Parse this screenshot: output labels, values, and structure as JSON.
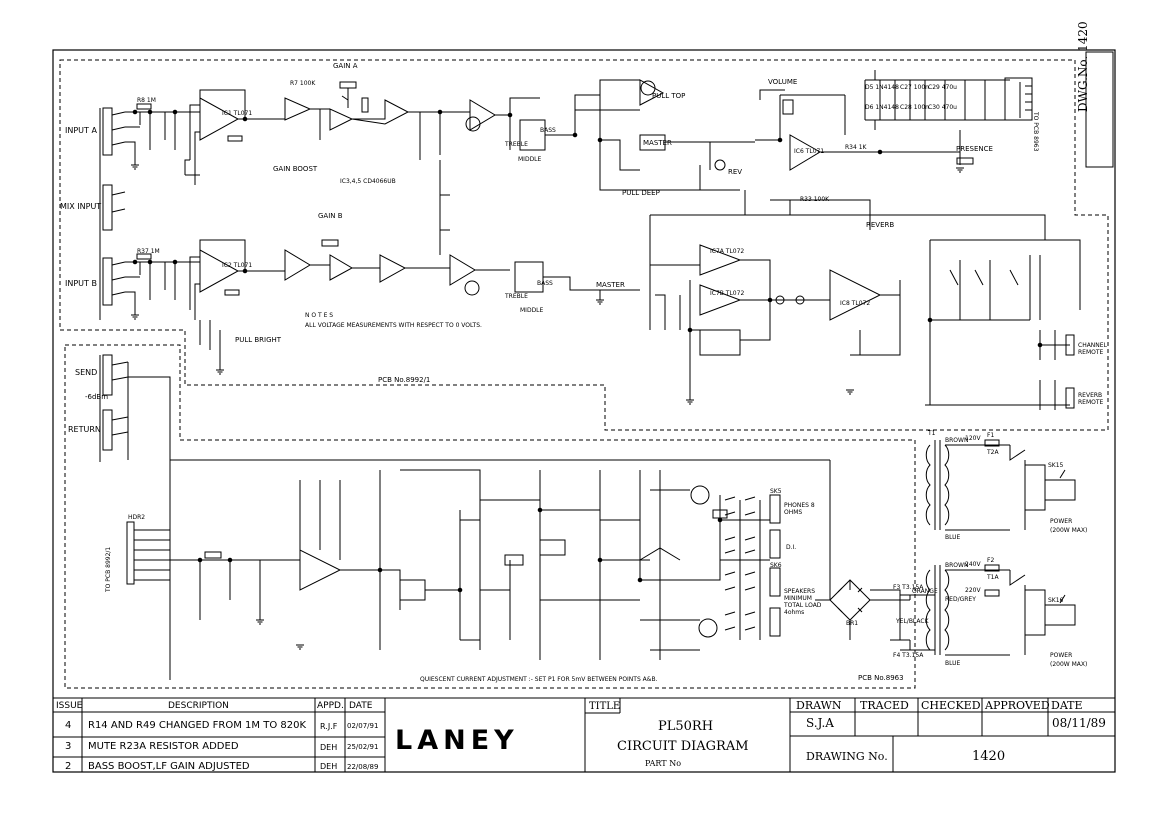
{
  "drawing": {
    "title_label": "TITLE",
    "title_model": "PL50RH",
    "title_desc": "CIRCUIT DIAGRAM",
    "title_part": "PART No",
    "brand": "LANEY",
    "headers": {
      "drawn": "DRAWN",
      "traced": "TRACED",
      "checked": "CHECKED",
      "approved": "APPROVED",
      "date": "DATE"
    },
    "drawn_by": "S.J.A",
    "date": "08/11/89",
    "drawing_no_label": "DRAWING No.",
    "drawing_no": "1420",
    "dwg_vertical": "DWG.No. 1420"
  },
  "revisions": {
    "headers": {
      "issue": "ISSUE",
      "description": "DESCRIPTION",
      "appd": "APPD.",
      "date": "DATE"
    },
    "rows": [
      {
        "issue": "4",
        "description": "R14 AND R49 CHANGED FROM 1M TO 820K",
        "appd": "R.J.F",
        "date": "02/07/91"
      },
      {
        "issue": "3",
        "description": "MUTE   R23A RESISTOR ADDED",
        "appd": "DEH",
        "date": "25/02/91"
      },
      {
        "issue": "2",
        "description": "BASS BOOST,LF GAIN ADJUSTED",
        "appd": "DEH",
        "date": "22/08/89"
      }
    ]
  },
  "schematic": {
    "inputs": {
      "input_a": "INPUT A",
      "mix_input": "MIX INPUT",
      "input_b": "INPUT B",
      "send": "SEND",
      "send_level": "-6dBm",
      "return": "RETURN"
    },
    "controls": {
      "gain_a": "GAIN A",
      "gain_b": "GAIN B",
      "gain_boost": "GAIN BOOST",
      "pull_bright": "PULL BRIGHT",
      "pull_top": "PULL TOP",
      "pull_deep": "PULL DEEP",
      "volume": "VOLUME",
      "presence": "PRESENCE",
      "reverb": "REVERB",
      "rev": "REV",
      "master_a": "MASTER",
      "master_b": "MASTER",
      "treble_a": "TREBLE",
      "treble_b": "TREBLE",
      "bass_a": "BASS",
      "bass_b": "BASS",
      "middle_a": "MIDDLE",
      "middle_b": "MIDDLE"
    },
    "notes_title": "N O T E S",
    "notes_text": "ALL VOLTAGE MEASUREMENTS WITH RESPECT TO 0 VOLTS.",
    "ic_note": "IC3,4,5  CD4066UB",
    "pcb_pre": "PCB No.8992/1",
    "pcb_power": "PCB No.8963",
    "to_pcb_right": "TO PCB 8963",
    "to_pcb_left": "TO PCB 8992/1",
    "channel_remote": "CHANNEL REMOTE",
    "reverb_remote": "REVERB REMOTE",
    "speakers_8": "PHONES 8 OHMS",
    "di": "D.I.",
    "speakers": "SPEAKERS MINIMUM TOTAL LOAD 4ohms",
    "power_a": "POWER",
    "power_a_sub": "(200W MAX)",
    "power_b": "POWER",
    "power_b_sub": "(200W MAX)",
    "quiescent": "QUIESCENT CURRENT ADJUSTMENT :- SET P1 FOR 5mV BETWEEN POINTS A&B.",
    "hdr2": "HDR2",
    "voltages": {
      "v120": "120V",
      "v240": "240V",
      "v220": "220V",
      "brown_a": "BROWN",
      "brown_b": "BROWN",
      "blue_a": "BLUE",
      "blue_b": "BLUE",
      "orange": "ORANGE",
      "yel_black": "YEL/BLACK",
      "red_grey": "RED/GREY"
    },
    "parts": {
      "ic1": "IC1 TL071",
      "ic2": "IC2 TL071",
      "ic6": "IC6 TL071",
      "ic7a": "IC7A TL072",
      "ic7b": "IC7B TL072",
      "ic8": "IC8 TL072",
      "r7": "R7 100K",
      "r8": "R8 1M",
      "r37": "R37 1M",
      "r34": "R34 1K",
      "r33": "R33 100K",
      "c29": "C29 470u",
      "c30": "C30 470u",
      "c27": "C27 100n",
      "c28": "C28 100n",
      "d5": "D5 1N4148",
      "d6": "D6 1N4148",
      "br1": "BR1",
      "f1": "F1",
      "f2": "F2",
      "t1": "T1",
      "f1a": "T2A",
      "f1b": "T1A",
      "f3": "F3 T3.15A",
      "f4": "F4 T3.15A",
      "sk15": "SK15",
      "sk16": "SK16",
      "sk5": "SK5",
      "sk6": "SK6"
    }
  }
}
